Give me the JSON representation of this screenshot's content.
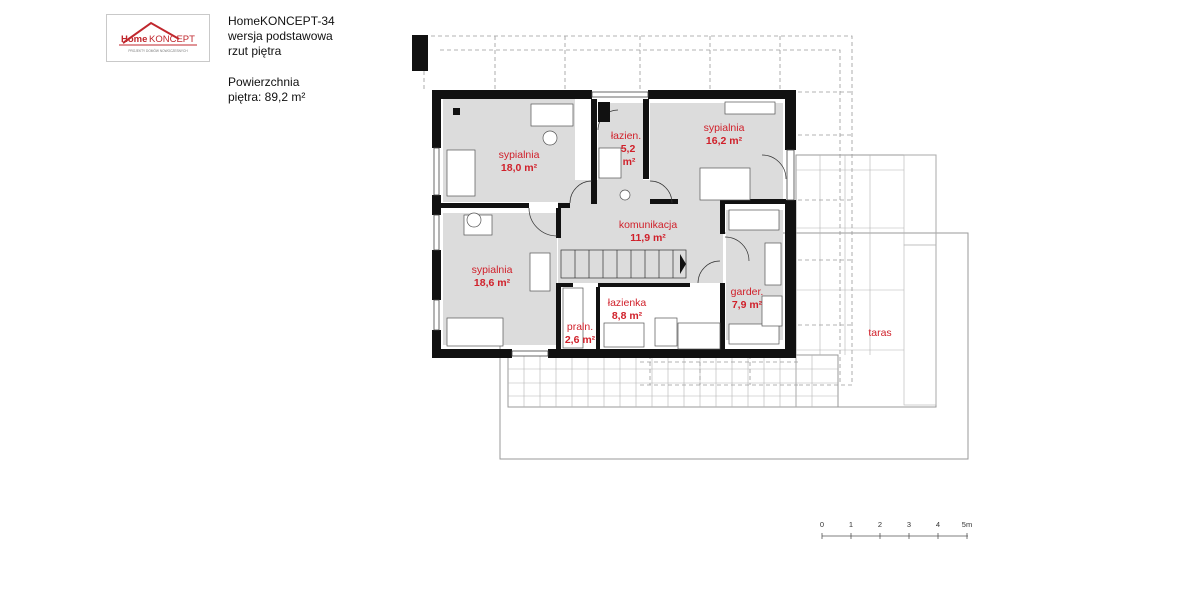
{
  "header": {
    "project": "HomeKONCEPT-34",
    "version": "wersja podstawowa",
    "view": "rzut piętra"
  },
  "area": {
    "label": "Powierzchnia",
    "value": "piętra: 89,2 m²"
  },
  "logo": {
    "brand_home": "Home",
    "brand_koncept": "KONCEPT",
    "tagline": "PROJEKTY DOMÓW NOWOCZESNYCH",
    "brand_color": "#c0272d"
  },
  "rooms": [
    {
      "id": "bedroom1",
      "name": "sypialnia",
      "area": "18,0 m²"
    },
    {
      "id": "bathroom1_a",
      "name": "łazien.",
      "area": "5,2"
    },
    {
      "id": "bathroom1_b",
      "name": "",
      "area": "m²"
    },
    {
      "id": "bedroom2",
      "name": "sypialnia",
      "area": "16,2 m²"
    },
    {
      "id": "hallway",
      "name": "komunikacja",
      "area": "11,9 m²"
    },
    {
      "id": "bedroom3",
      "name": "sypialnia",
      "area": "18,6 m²"
    },
    {
      "id": "bathroom2",
      "name": "łazienka",
      "area": "8,8 m²"
    },
    {
      "id": "laundry",
      "name": "praln.",
      "area": "2,6 m²"
    },
    {
      "id": "wardrobe",
      "name": "garder.",
      "area": "7,9 m²"
    },
    {
      "id": "terrace",
      "name": "taras",
      "area": ""
    }
  ],
  "scale_bar": {
    "ticks": [
      "0",
      "1",
      "2",
      "3",
      "4",
      "5m"
    ]
  },
  "colors": {
    "wall": "#111111",
    "room_fill": "#dcdcdc",
    "label": "#d0202a",
    "outline": "#9a9a9a"
  }
}
